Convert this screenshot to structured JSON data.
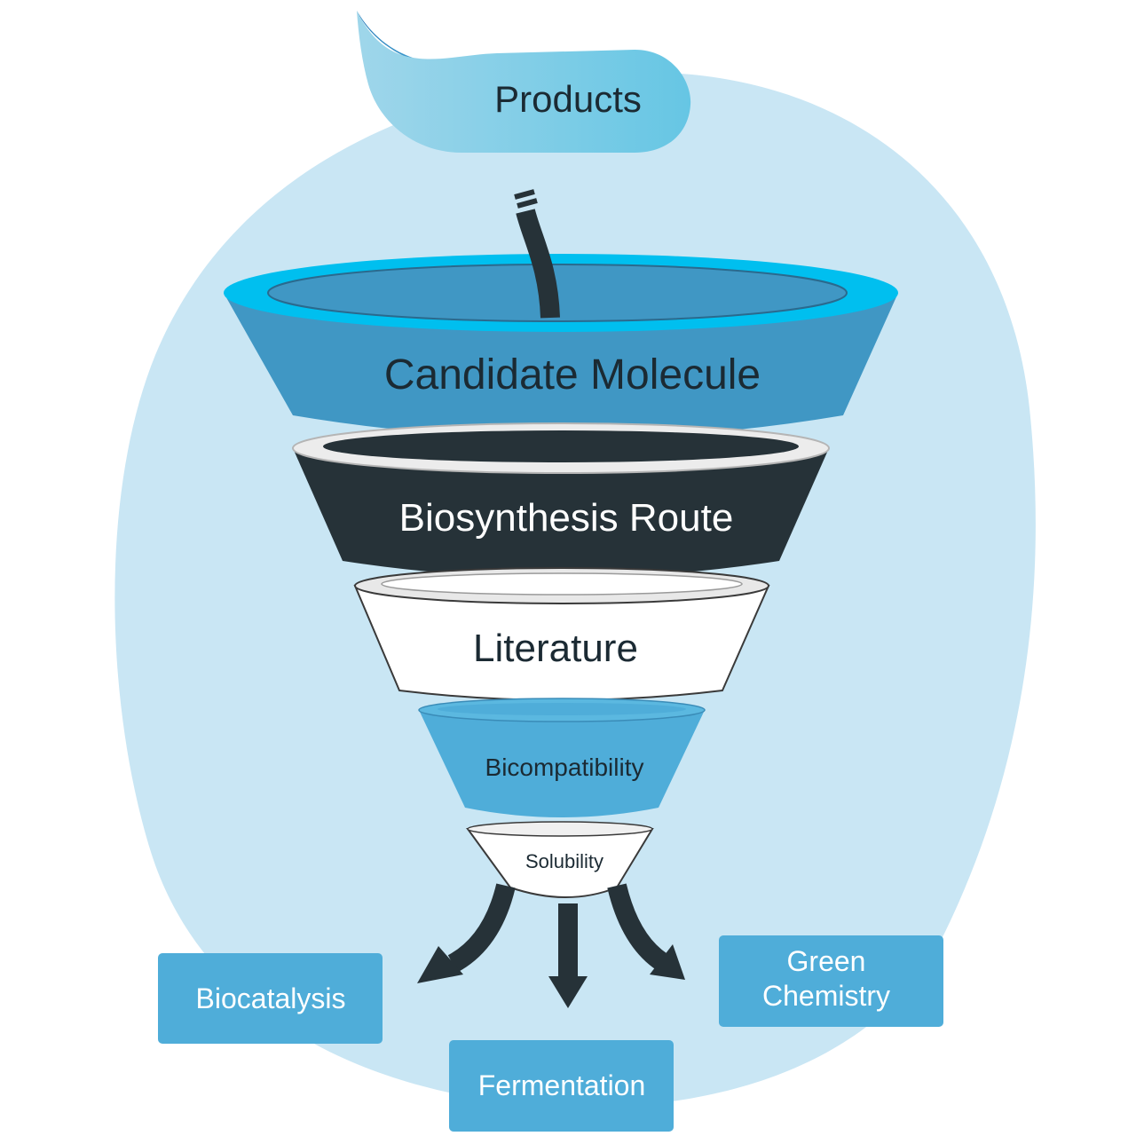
{
  "products": {
    "label": "Products"
  },
  "funnel": {
    "stages": [
      {
        "label": "Candidate Molecule",
        "color": "#4097c4",
        "text_color": "#1b2a33"
      },
      {
        "label": "Biosynthesis Route",
        "color": "#263238",
        "text_color": "#ffffff"
      },
      {
        "label": "Literature",
        "color": "#ffffff",
        "text_color": "#1b2a33"
      },
      {
        "label": "Bicompatibility",
        "color": "#4fadd9",
        "text_color": "#1b2a33"
      },
      {
        "label": "Solubility",
        "color": "#ffffff",
        "text_color": "#1b2a33"
      }
    ]
  },
  "outputs": {
    "biocatalysis": {
      "label": "Biocatalysis"
    },
    "fermentation": {
      "label": "Fermentation"
    },
    "green_chemistry": {
      "line1": "Green",
      "line2": "Chemistry"
    }
  },
  "colors": {
    "background_blob": "#c9e6f4",
    "box_fill": "#4fadd9",
    "rim_accent": "#00bfef",
    "arrow": "#263238",
    "products_fill": "#7ccbe5"
  }
}
